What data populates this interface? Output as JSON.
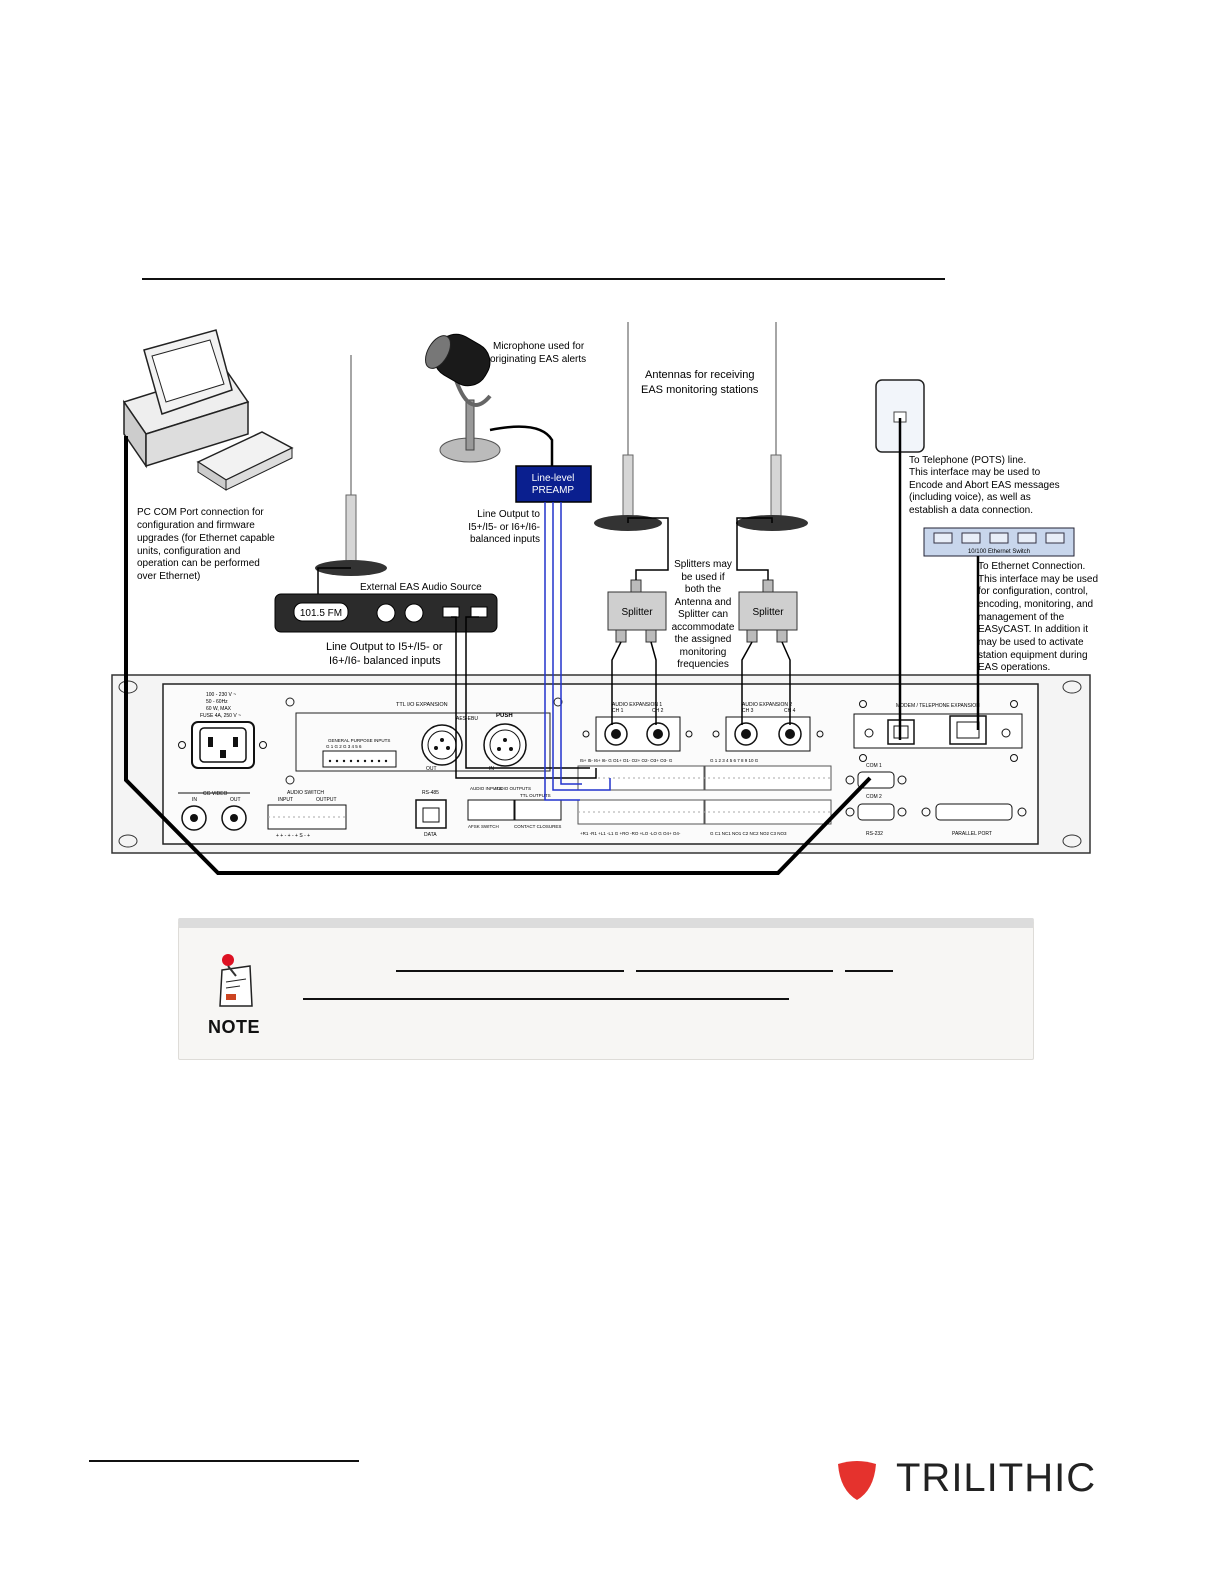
{
  "labels": {
    "microphone": [
      "Microphone used for",
      "originating EAS alerts"
    ],
    "antennas": [
      "Antennas for receiving",
      "EAS monitoring stations"
    ],
    "preamp": [
      "Line-level",
      "PREAMP"
    ],
    "pc": [
      "PC COM Port connection for",
      "configuration and firmware",
      "upgrades (for Ethernet capable",
      "units, configuration and",
      "operation can be performed",
      "over Ethernet)"
    ],
    "line_output_preamp": [
      "Line Output to",
      "I5+/I5- or I6+/I6-",
      "balanced inputs"
    ],
    "external_source": "External EAS Audio Source",
    "radio_display": "101.5 FM",
    "line_output_source": [
      "Line Output to I5+/I5- or",
      "I6+/I6- balanced inputs"
    ],
    "splitter": "Splitter",
    "splitters_note": [
      "Splitters may",
      "be used if",
      "both the",
      "Antenna and",
      "Splitter can",
      "accommodate",
      "the assigned",
      "monitoring",
      "frequencies"
    ],
    "telephone": [
      "To Telephone (POTS) line.",
      "This interface may be used to",
      "Encode and Abort EAS messages",
      "(including voice), as well as",
      "establish a data connection."
    ],
    "ethernet_switch": "10/100 Ethernet Switch",
    "ethernet": [
      "To Ethernet Connection.",
      "This interface may be used",
      "for configuration, control,",
      "encoding, monitoring, and",
      "management of the",
      "EASyCAST. In addition it",
      "may be used to activate",
      "station equipment during",
      "EAS operations."
    ]
  },
  "panel": {
    "power": [
      "100 - 230 V ~",
      "50 - 60Hz",
      "60 W, MAX",
      "FUSE 4A, 250 V ~"
    ],
    "ttl_io": "TTL I/O EXPANSION",
    "gpi": "GENERAL PURPOSE INPUTS",
    "gpi_pins": "G 1 G 2 G 3 4 5 6",
    "aes": "AES-EBU",
    "push": "PUSH",
    "out": "OUT",
    "in": "IN",
    "audio_exp1": "AUDIO EXPANSION 1",
    "ch1": "CH 1",
    "ch2": "CH 2",
    "audio_exp2": "AUDIO EXPANSION 2",
    "ch3": "CH 3",
    "ch4": "CH 4",
    "modem": "MODEM / TELEPHONE EXPANSION",
    "cg_video": "CG VIDEO",
    "audio_switch": "AUDIO SWITCH",
    "input": "INPUT",
    "output": "OUTPUT",
    "rs485": "RS-485",
    "data": "DATA",
    "audio_inputs": "AUDIO INPUTS",
    "audio_outputs": "AUDIO OUTPUTS",
    "ttl_outputs": "TTL OUTPUTS",
    "afsk": "AFSK SWITCH",
    "contact": "CONTACT CLOSURES",
    "com1": "COM 1",
    "com2": "COM 2",
    "rs232": "RS-232",
    "parallel": "PARALLEL PORT",
    "top_terminals": "I5+ I5- I6+ I6- G  O1+ O1- O2+ O2- O3+ O3- G",
    "top_terminals2": "G  1  2  3  4  5  6  7  8  9  10  G",
    "bottom_terminals": "+R1 -R1 +L1 -L1 G  +RO -RO +LO -LO G  O4+ O4-",
    "bottom_terminals2": "G  C1 NC1 NO1 C2 NC2 NO2 C3 NO3",
    "switch_pins": "+ +   - + - + S - +"
  },
  "note": {
    "label": "NOTE"
  },
  "brand": {
    "name": "TRILITHIC",
    "color": "#e5322d"
  },
  "colors": {
    "preamp": "#0a1f8f",
    "wire_blue": "#2233cc"
  }
}
